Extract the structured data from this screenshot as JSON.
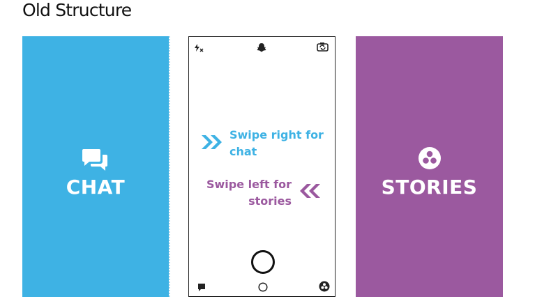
{
  "title": "Old Structure",
  "colors": {
    "chat": "#3eb2e4",
    "stories": "#9b599f",
    "text": "#111111"
  },
  "chat_panel": {
    "label": "CHAT",
    "icon": "chat-bubbles-icon"
  },
  "stories_panel": {
    "label": "STORIES",
    "icon": "stories-circle-icon"
  },
  "phone": {
    "top_icons": [
      "flash-icon",
      "ghost-logo-icon",
      "camera-flip-icon"
    ],
    "swipe_right": {
      "line1": "Swipe right for",
      "line2": "chat"
    },
    "swipe_left": {
      "line1": "Swipe left for",
      "line2": "stories"
    },
    "bottom_icons": [
      "chat-icon",
      "memories-icon",
      "stories-icon"
    ]
  }
}
